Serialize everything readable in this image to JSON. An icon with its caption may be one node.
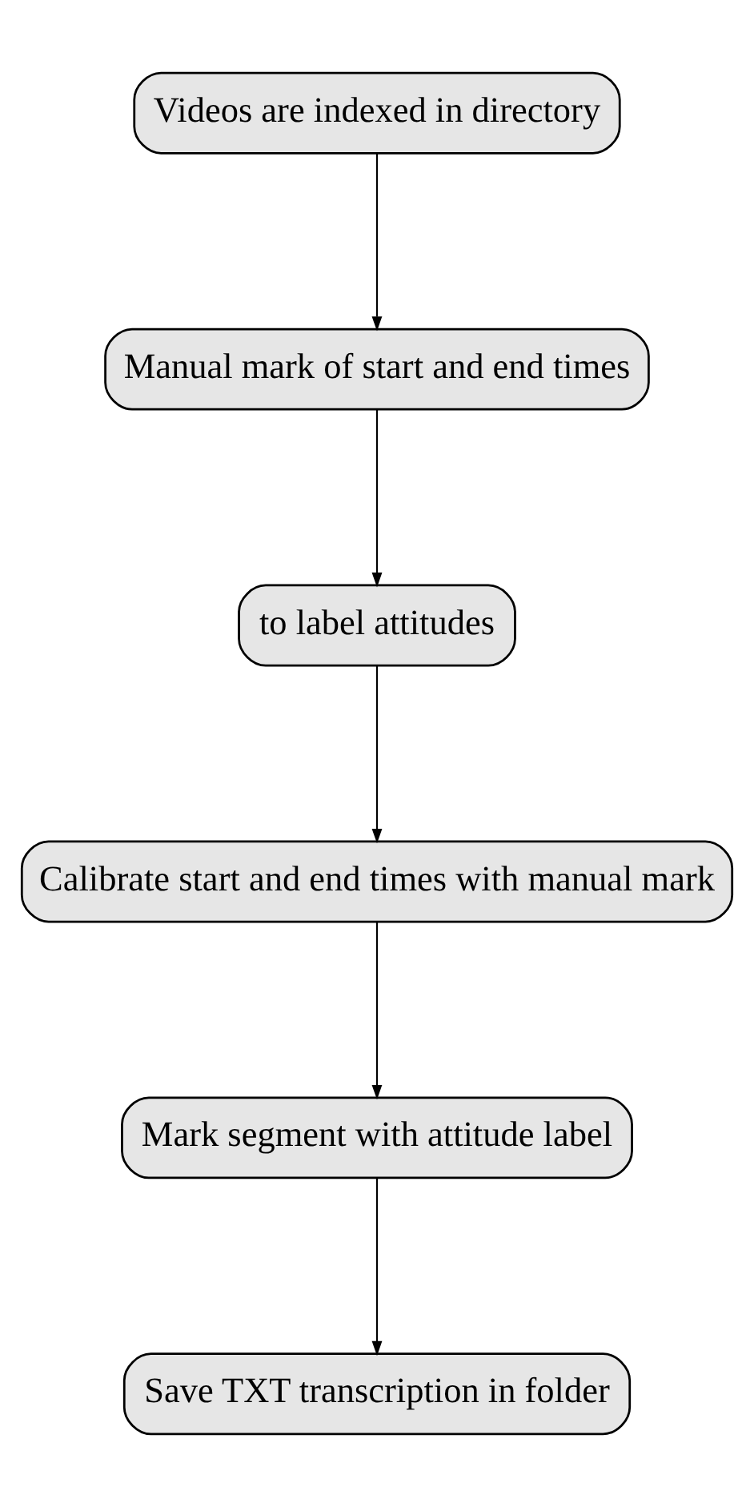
{
  "diagram": {
    "nodes": [
      {
        "text": [
          "Videos are indexed in directory"
        ]
      },
      {
        "text": [
          "Manual mark of start and end times"
        ]
      },
      {
        "text": [
          "to label attitudes"
        ]
      },
      {
        "text": [
          "Calibrate start and end times with manual mark"
        ]
      },
      {
        "text": [
          "Mark segment with attitude label"
        ]
      },
      {
        "text": [
          "Save TXT transcription in folder"
        ]
      }
    ],
    "edges": [
      {
        "from": 0,
        "to": 1,
        "arrow": "to"
      },
      {
        "from": 1,
        "to": 2,
        "arrow": "to"
      },
      {
        "from": 2,
        "to": 3,
        "arrow": "to"
      },
      {
        "from": 3,
        "to": 4,
        "arrow": "to"
      },
      {
        "from": 4,
        "to": 5,
        "arrow": "to"
      }
    ]
  }
}
